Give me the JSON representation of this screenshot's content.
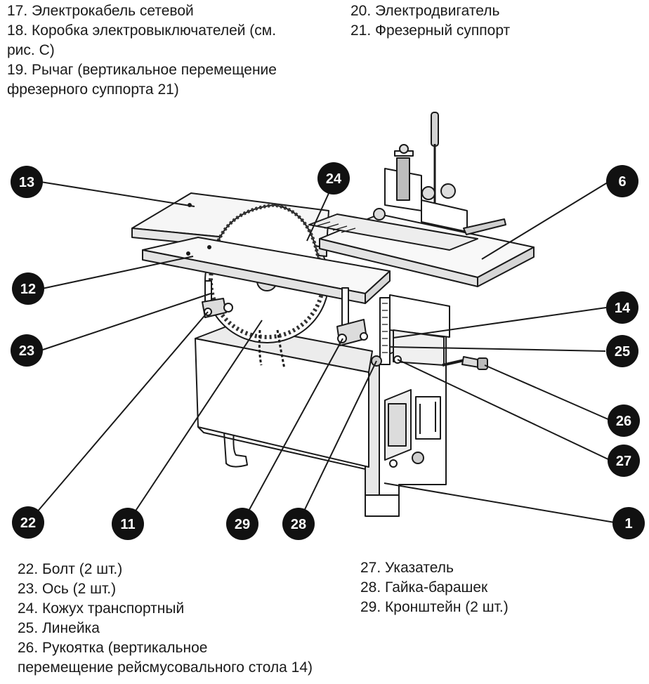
{
  "legend_top_left": [
    "17. Электрокабель сетевой",
    "18. Коробка электровыключателей (см.",
    "рис. С)",
    "19. Рычаг  (вертикальное перемещение",
    "фрезерного суппорта 21)"
  ],
  "legend_top_right": [
    "20. Электродвигатель",
    "21. Фрезерный суппорт"
  ],
  "legend_bottom_left": [
    "22. Болт (2 шт.)",
    "23. Ось (2 шт.)",
    "24. Кожух транспортный",
    "25. Линейка",
    "26. Рукоятка (вертикальное",
    "перемещение рейсмусовального стола 14)"
  ],
  "legend_bottom_right": [
    "27. Указатель",
    "28. Гайка-барашек",
    "29. Кронштейн (2 шт.)"
  ],
  "callouts": {
    "c13": "13",
    "c24": "24",
    "c6": "6",
    "c12": "12",
    "c14": "14",
    "c23": "23",
    "c25": "25",
    "c26": "26",
    "c27": "27",
    "c22": "22",
    "c11": "11",
    "c29": "29",
    "c28": "28",
    "c1": "1"
  },
  "colors": {
    "ink": "#1a1a1a",
    "callout_fill": "#111111",
    "metal": "#f4f4f4",
    "shade": "#bdbdbd"
  }
}
